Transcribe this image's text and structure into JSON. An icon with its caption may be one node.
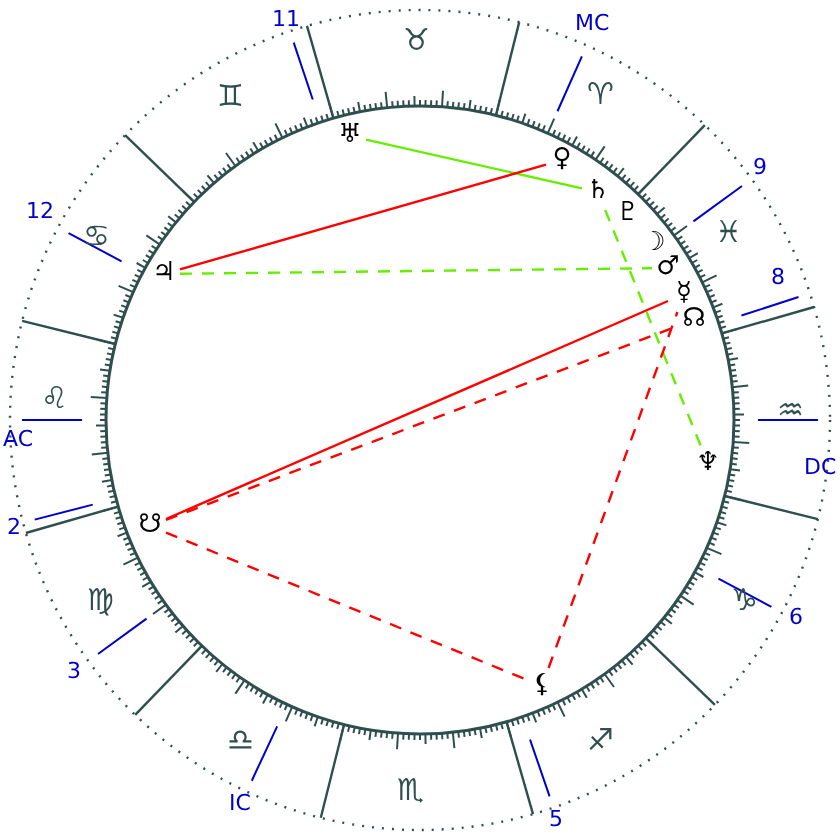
{
  "diagram": {
    "nodes": [
      {
        "text": [
          "♅"
        ]
      },
      {
        "text": [
          "♀"
        ]
      },
      {
        "text": [
          "♄"
        ]
      },
      {
        "text": [
          "♇"
        ]
      },
      {
        "text": [
          "☽"
        ]
      },
      {
        "text": [
          "♂"
        ]
      },
      {
        "text": [
          "♃"
        ]
      },
      {
        "text": [
          "☿"
        ]
      },
      {
        "text": [
          "☊"
        ]
      },
      {
        "text": [
          "♆"
        ]
      },
      {
        "text": [
          "☋"
        ]
      },
      {
        "text": [
          "⚸"
        ]
      }
    ],
    "edges": [
      {
        "from": 0,
        "to": 2,
        "arrow": "none",
        "color": "#66ee00"
      },
      {
        "from": 6,
        "to": 1,
        "arrow": "none"
      },
      {
        "from": 6,
        "to": 5,
        "arrow": "none",
        "style": "dashed",
        "color": "#66ee00"
      },
      {
        "from": 2,
        "to": 9,
        "arrow": "none",
        "style": "dashed",
        "color": "#66ee00"
      },
      {
        "from": 10,
        "to": 7,
        "arrow": "none"
      },
      {
        "from": 10,
        "to": 8,
        "arrow": "none",
        "style": "dashed"
      },
      {
        "from": 10,
        "to": 11,
        "arrow": "none",
        "style": "dashed"
      },
      {
        "from": 11,
        "to": 7,
        "arrow": "none",
        "style": "dashed"
      }
    ],
    "labels": [
      "11",
      "MC",
      "♉",
      "♊",
      "♈",
      "9",
      "12",
      "♋",
      "♓",
      "8",
      "AC",
      "♌",
      "♒",
      "DC",
      "2",
      "♍",
      "♑",
      "6",
      "3",
      "♎",
      "♐",
      "♏",
      "IC",
      "5"
    ]
  }
}
